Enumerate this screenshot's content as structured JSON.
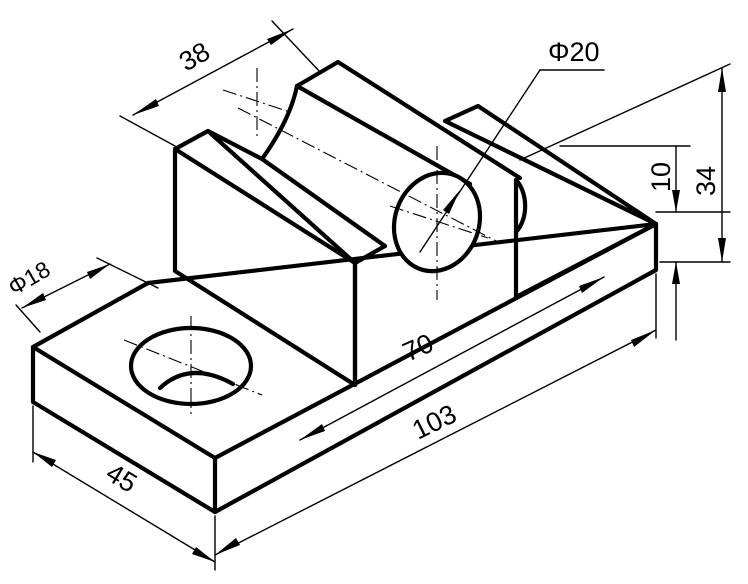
{
  "dimensions": {
    "slot_width": "38",
    "bore_diameter": "Φ20",
    "hole_diameter": "Φ18",
    "bore_center_height": "10",
    "overall_height": "34",
    "support_length": "70",
    "overall_length": "103",
    "base_width": "45"
  },
  "colors": {
    "line": "#000000",
    "background": "#ffffff"
  }
}
